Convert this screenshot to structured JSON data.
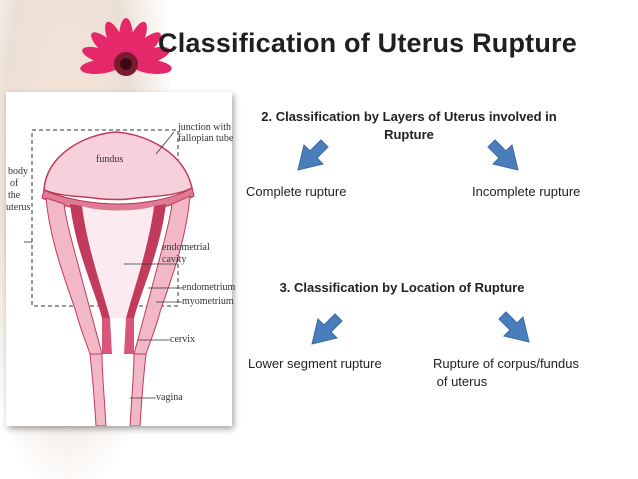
{
  "slide": {
    "title": "Classification of Uterus Rupture"
  },
  "diagram": {
    "labels": {
      "junction": "junction with",
      "fallopian": "fallopian tube",
      "fundus": "fundus",
      "body1": "body",
      "body2": "of",
      "body3": "the",
      "body4": "uterus",
      "endo_cavity1": "endometrial",
      "endo_cavity2": "cavity",
      "endometrium": "endometrium",
      "myometrium": "myometrium",
      "cervix": "cervix",
      "vagina": "vagina"
    }
  },
  "section2": {
    "heading_line1": "2. Classification by Layers of Uterus involved in",
    "heading_line2": "Rupture",
    "left_item": "Complete rupture",
    "right_item": "Incomplete rupture"
  },
  "section3": {
    "heading": "3. Classification by Location of Rupture",
    "left_item": "Lower segment rupture",
    "right_item_line1": "Rupture of corpus/fundus",
    "right_item_line2": " of uterus"
  },
  "colors": {
    "arrow_fill": "#4a7ebb",
    "arrow_stroke": "#3a6aa5",
    "tissue_pink": "#e07b96",
    "tissue_dark": "#c23a5c"
  },
  "icons": {
    "arrow": "down-left-arrow-icon / down-right-arrow-icon",
    "flower": "gerbera-flower-icon"
  }
}
